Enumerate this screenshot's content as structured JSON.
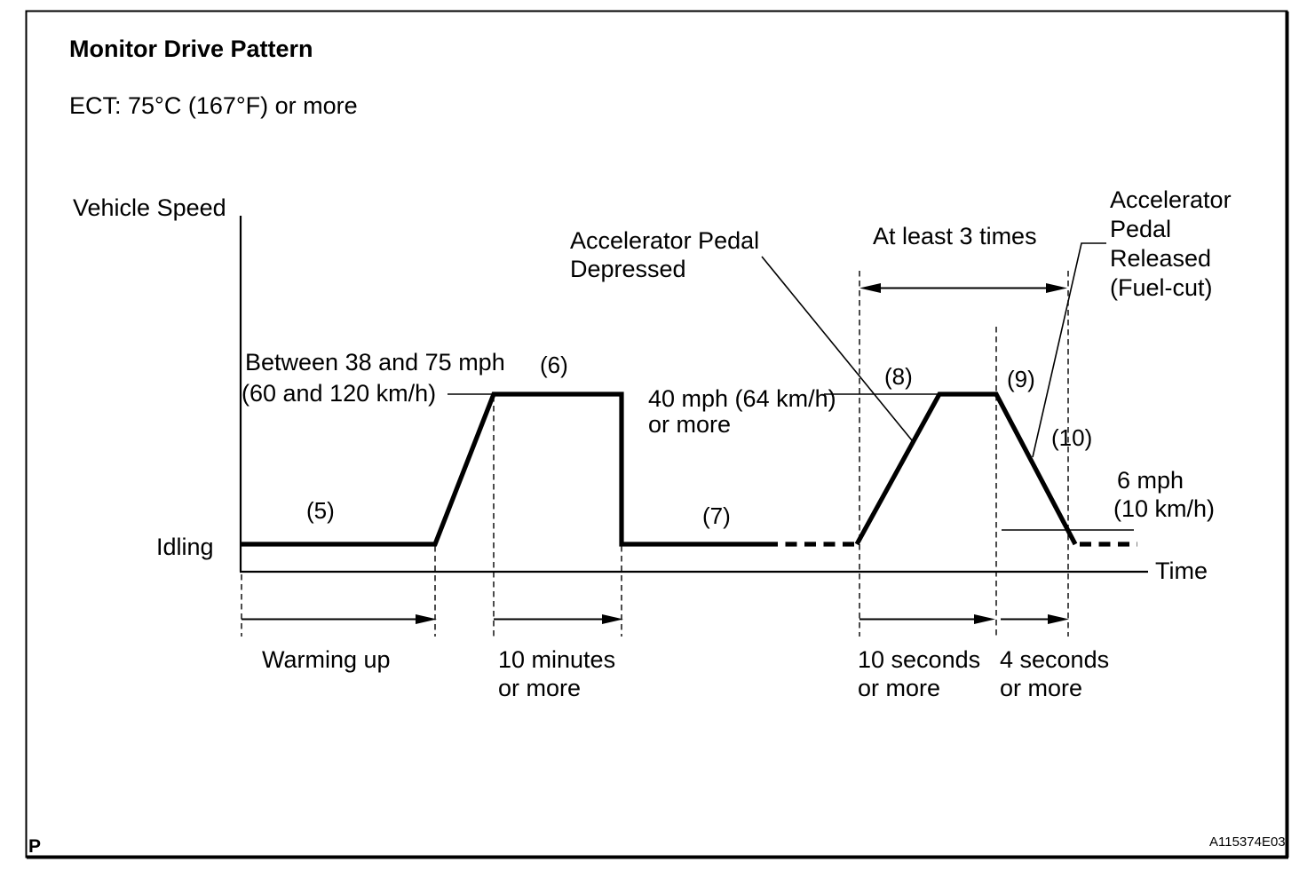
{
  "header": {
    "title": "Monitor Drive Pattern",
    "condition": "ECT: 75°C (167°F) or more"
  },
  "axes": {
    "y_axis_label": "Vehicle Speed",
    "x_axis_label": "Time",
    "idle_level_label": "Idling"
  },
  "speed_annotations": {
    "cruise_range_line1": "Between 38 and  75 mph",
    "cruise_range_line2": "(60 and 120 km/h)",
    "accel_target_line1": "40 mph (64 km/h)",
    "accel_target_line2": "or more",
    "fuel_cut_end_line1": "6 mph",
    "fuel_cut_end_line2": "(10 km/h)"
  },
  "callouts": {
    "accelerator_depressed_line1": "Accelerator Pedal",
    "accelerator_depressed_line2": "Depressed",
    "repeat_count": "At least 3 times",
    "accelerator_released_line1": "Accelerator",
    "accelerator_released_line2": "Pedal",
    "accelerator_released_line3": "Released",
    "accelerator_released_line4": "(Fuel-cut)"
  },
  "step_labels": {
    "step_5": "(5)",
    "step_6": "(6)",
    "step_7": "(7)",
    "step_8": "(8)",
    "step_9": "(9)",
    "step_10": "(10)"
  },
  "durations": {
    "warming_up": "Warming up",
    "cruise_line1": "10 minutes",
    "cruise_line2": "or more",
    "accel_line1": "10 seconds",
    "accel_line2": "or more",
    "decel_line1": "4 seconds",
    "decel_line2": "or more"
  },
  "footer": {
    "page_marker": "P",
    "figure_code": "A115374E03"
  },
  "colors": {
    "ink": "#000000",
    "paper": "#ffffff"
  }
}
